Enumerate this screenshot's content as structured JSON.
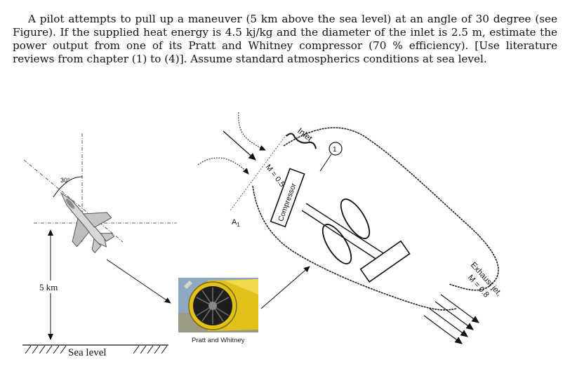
{
  "problem": {
    "text": "A pilot attempts to pull up a maneuver (5 km above the sea level) at an angle of 30 degree (see Figure). If the supplied heat energy is 4.5 kj/kg and the diameter of the inlet is 2.5 m, estimate the power output from one of its Pratt and Whitney compressor (70 % efficiency). [Use literature reviews from chapter (1) to (4)]. Assume standard atmospherics conditions at sea level."
  },
  "figure": {
    "angle_label": "30°",
    "altitude_label": "5 km",
    "sea_level_label": "Sea level",
    "photo_caption": "Pratt and Whitney",
    "inlet_label": "Inlet",
    "station_number": "1",
    "mach_inlet": "M = 0.5",
    "area_label": "A",
    "area_subscript": "1",
    "compressor_label": "Compressor",
    "exhaust_label": "Exhaust jet,",
    "mach_exhaust": "M = 0.8"
  }
}
